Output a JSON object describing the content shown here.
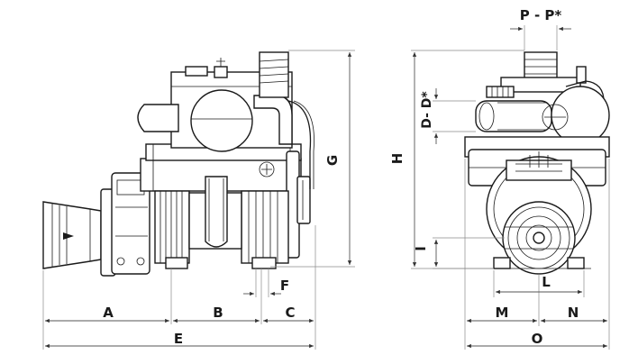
{
  "labels": {
    "pp": "P - P*",
    "dd": "D- D*",
    "g": "G",
    "h": "H",
    "i": "I",
    "f": "F",
    "a": "A",
    "b": "B",
    "c": "C",
    "e": "E",
    "l": "L",
    "m": "M",
    "n": "N",
    "o": "O"
  }
}
